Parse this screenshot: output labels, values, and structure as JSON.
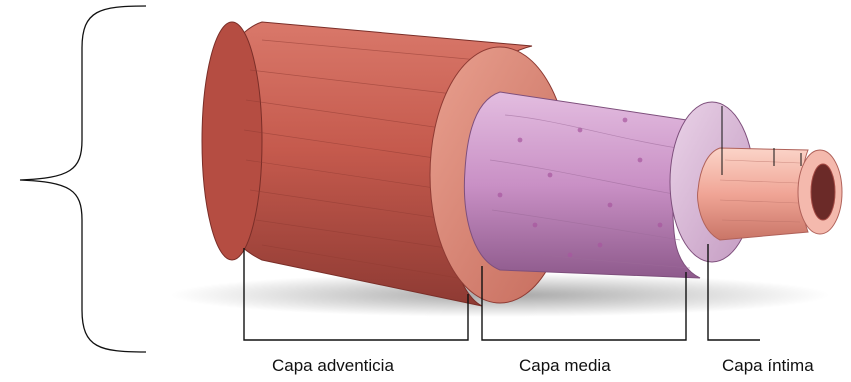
{
  "labels": {
    "adventicia": "Capa adventicia",
    "media": "Capa media",
    "intima": "Capa íntima"
  },
  "colors": {
    "adventicia": "#c85b4e",
    "media": "#c58fc0",
    "intima": "#f0a79c",
    "lines": "#111111"
  }
}
